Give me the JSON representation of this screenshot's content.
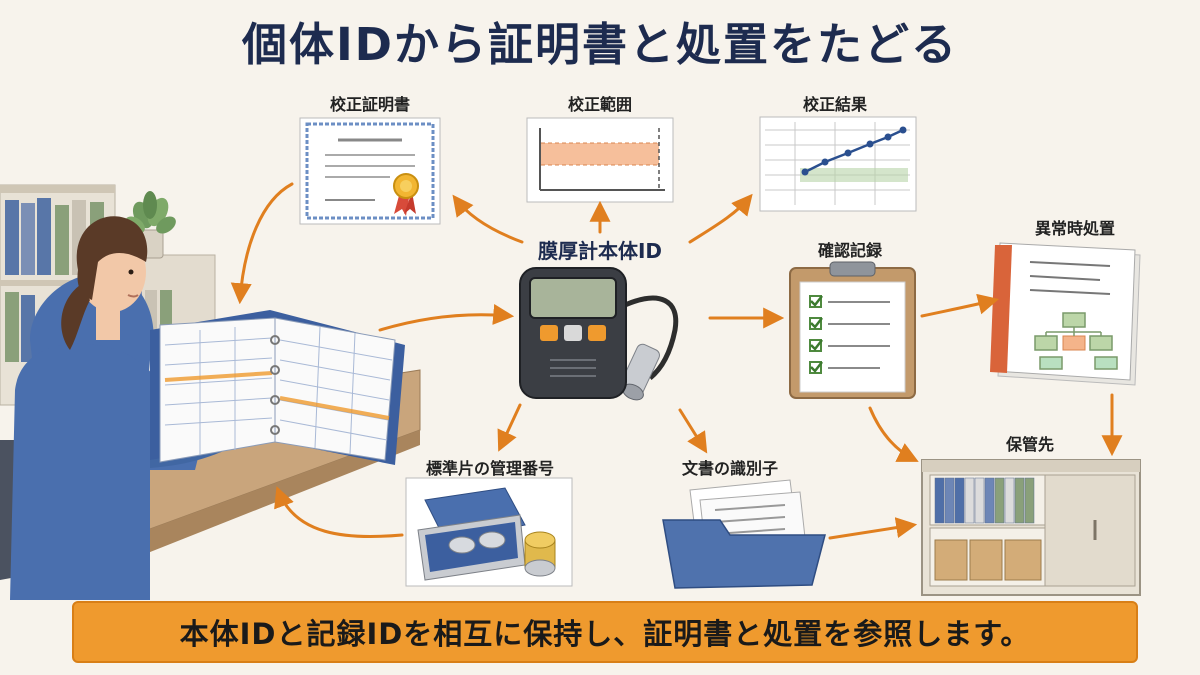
{
  "title": "個体IDから証明書と処置をたどる",
  "center": {
    "label": "膜厚計本体ID"
  },
  "nodes": {
    "certificate": "校正証明書",
    "range": "校正範囲",
    "result": "校正結果",
    "check": "確認記録",
    "abnormal": "異常時処置",
    "storage": "保管先",
    "document_id": "文書の識別子",
    "standard": "標準片の管理番号"
  },
  "footer": {
    "message": "本体IDと記録IDを相互に保持し、証明書と処置を参照します。"
  },
  "colors": {
    "arrow": "#e07f1f",
    "title": "#1d2b4f",
    "banner": "#ef9a2e",
    "accent_blue": "#3a64a8"
  }
}
